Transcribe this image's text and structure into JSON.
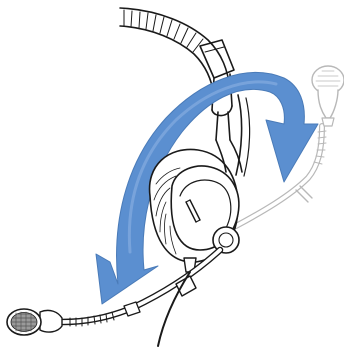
{
  "figure": {
    "subject": "headset-illustration",
    "note_text": ""
  },
  "colors": {
    "outline": "#1a1a1a",
    "ghost_outline": "#b8b8b8",
    "ghost_fill": "#ffffff",
    "arrow_fill": "#5b8fd0",
    "arrow_edge": "#4a7bb8",
    "cushion": "#ffffff",
    "background": "#ffffff"
  },
  "rotation": {
    "direction": "counter-clockwise",
    "microphone_boom_positions": [
      "raised-right",
      "lowered-left"
    ]
  }
}
